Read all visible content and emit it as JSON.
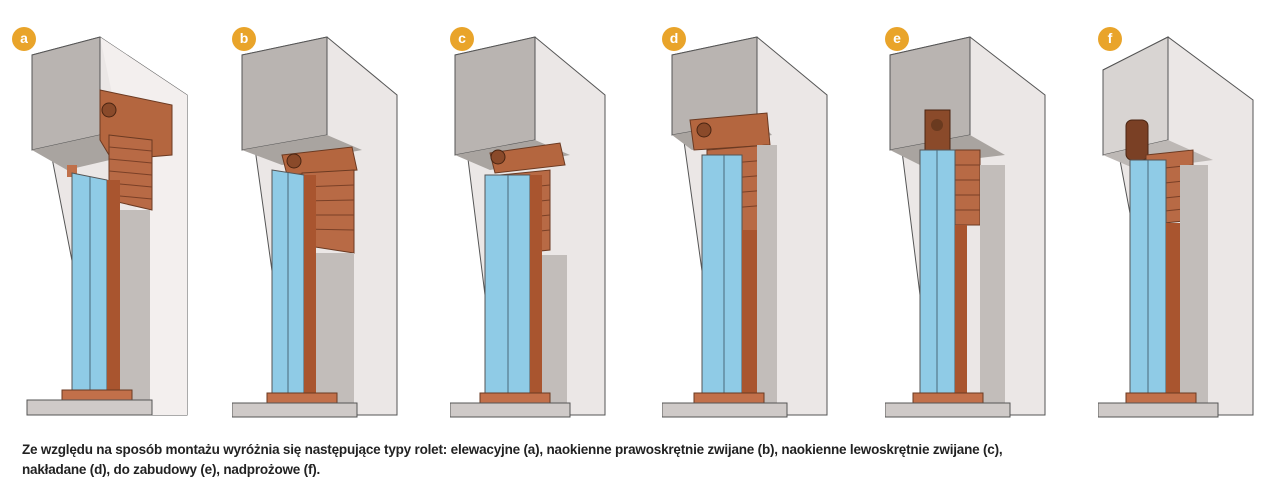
{
  "figures": [
    {
      "label": "a",
      "type": "elewacyjne",
      "variant": "elevation"
    },
    {
      "label": "b",
      "type": "naokienne prawoskrętnie zwijane",
      "variant": "right"
    },
    {
      "label": "c",
      "type": "naokienne lewoskrętnie zwijane",
      "variant": "left"
    },
    {
      "label": "d",
      "type": "nakładane",
      "variant": "overlay"
    },
    {
      "label": "e",
      "type": "do zabudowy",
      "variant": "builtin"
    },
    {
      "label": "f",
      "type": "nadprożowe",
      "variant": "lintel"
    }
  ],
  "caption": {
    "line1": "Ze względu na sposób montażu wyróżnia się następujące typy rolet: elewacyjne (a), naokienne prawoskrętnie zwijane (b), naokienne lewoskrętnie zwijane (c),",
    "line2": "nakładane (d), do zabudowy (e), nadprożowe (f)."
  },
  "colors": {
    "badge": "#e9a42a",
    "wall": "#b9b4b1",
    "wall_light": "#ebe7e6",
    "shutter": "#b4663f",
    "glass": "#8fcbe6"
  }
}
